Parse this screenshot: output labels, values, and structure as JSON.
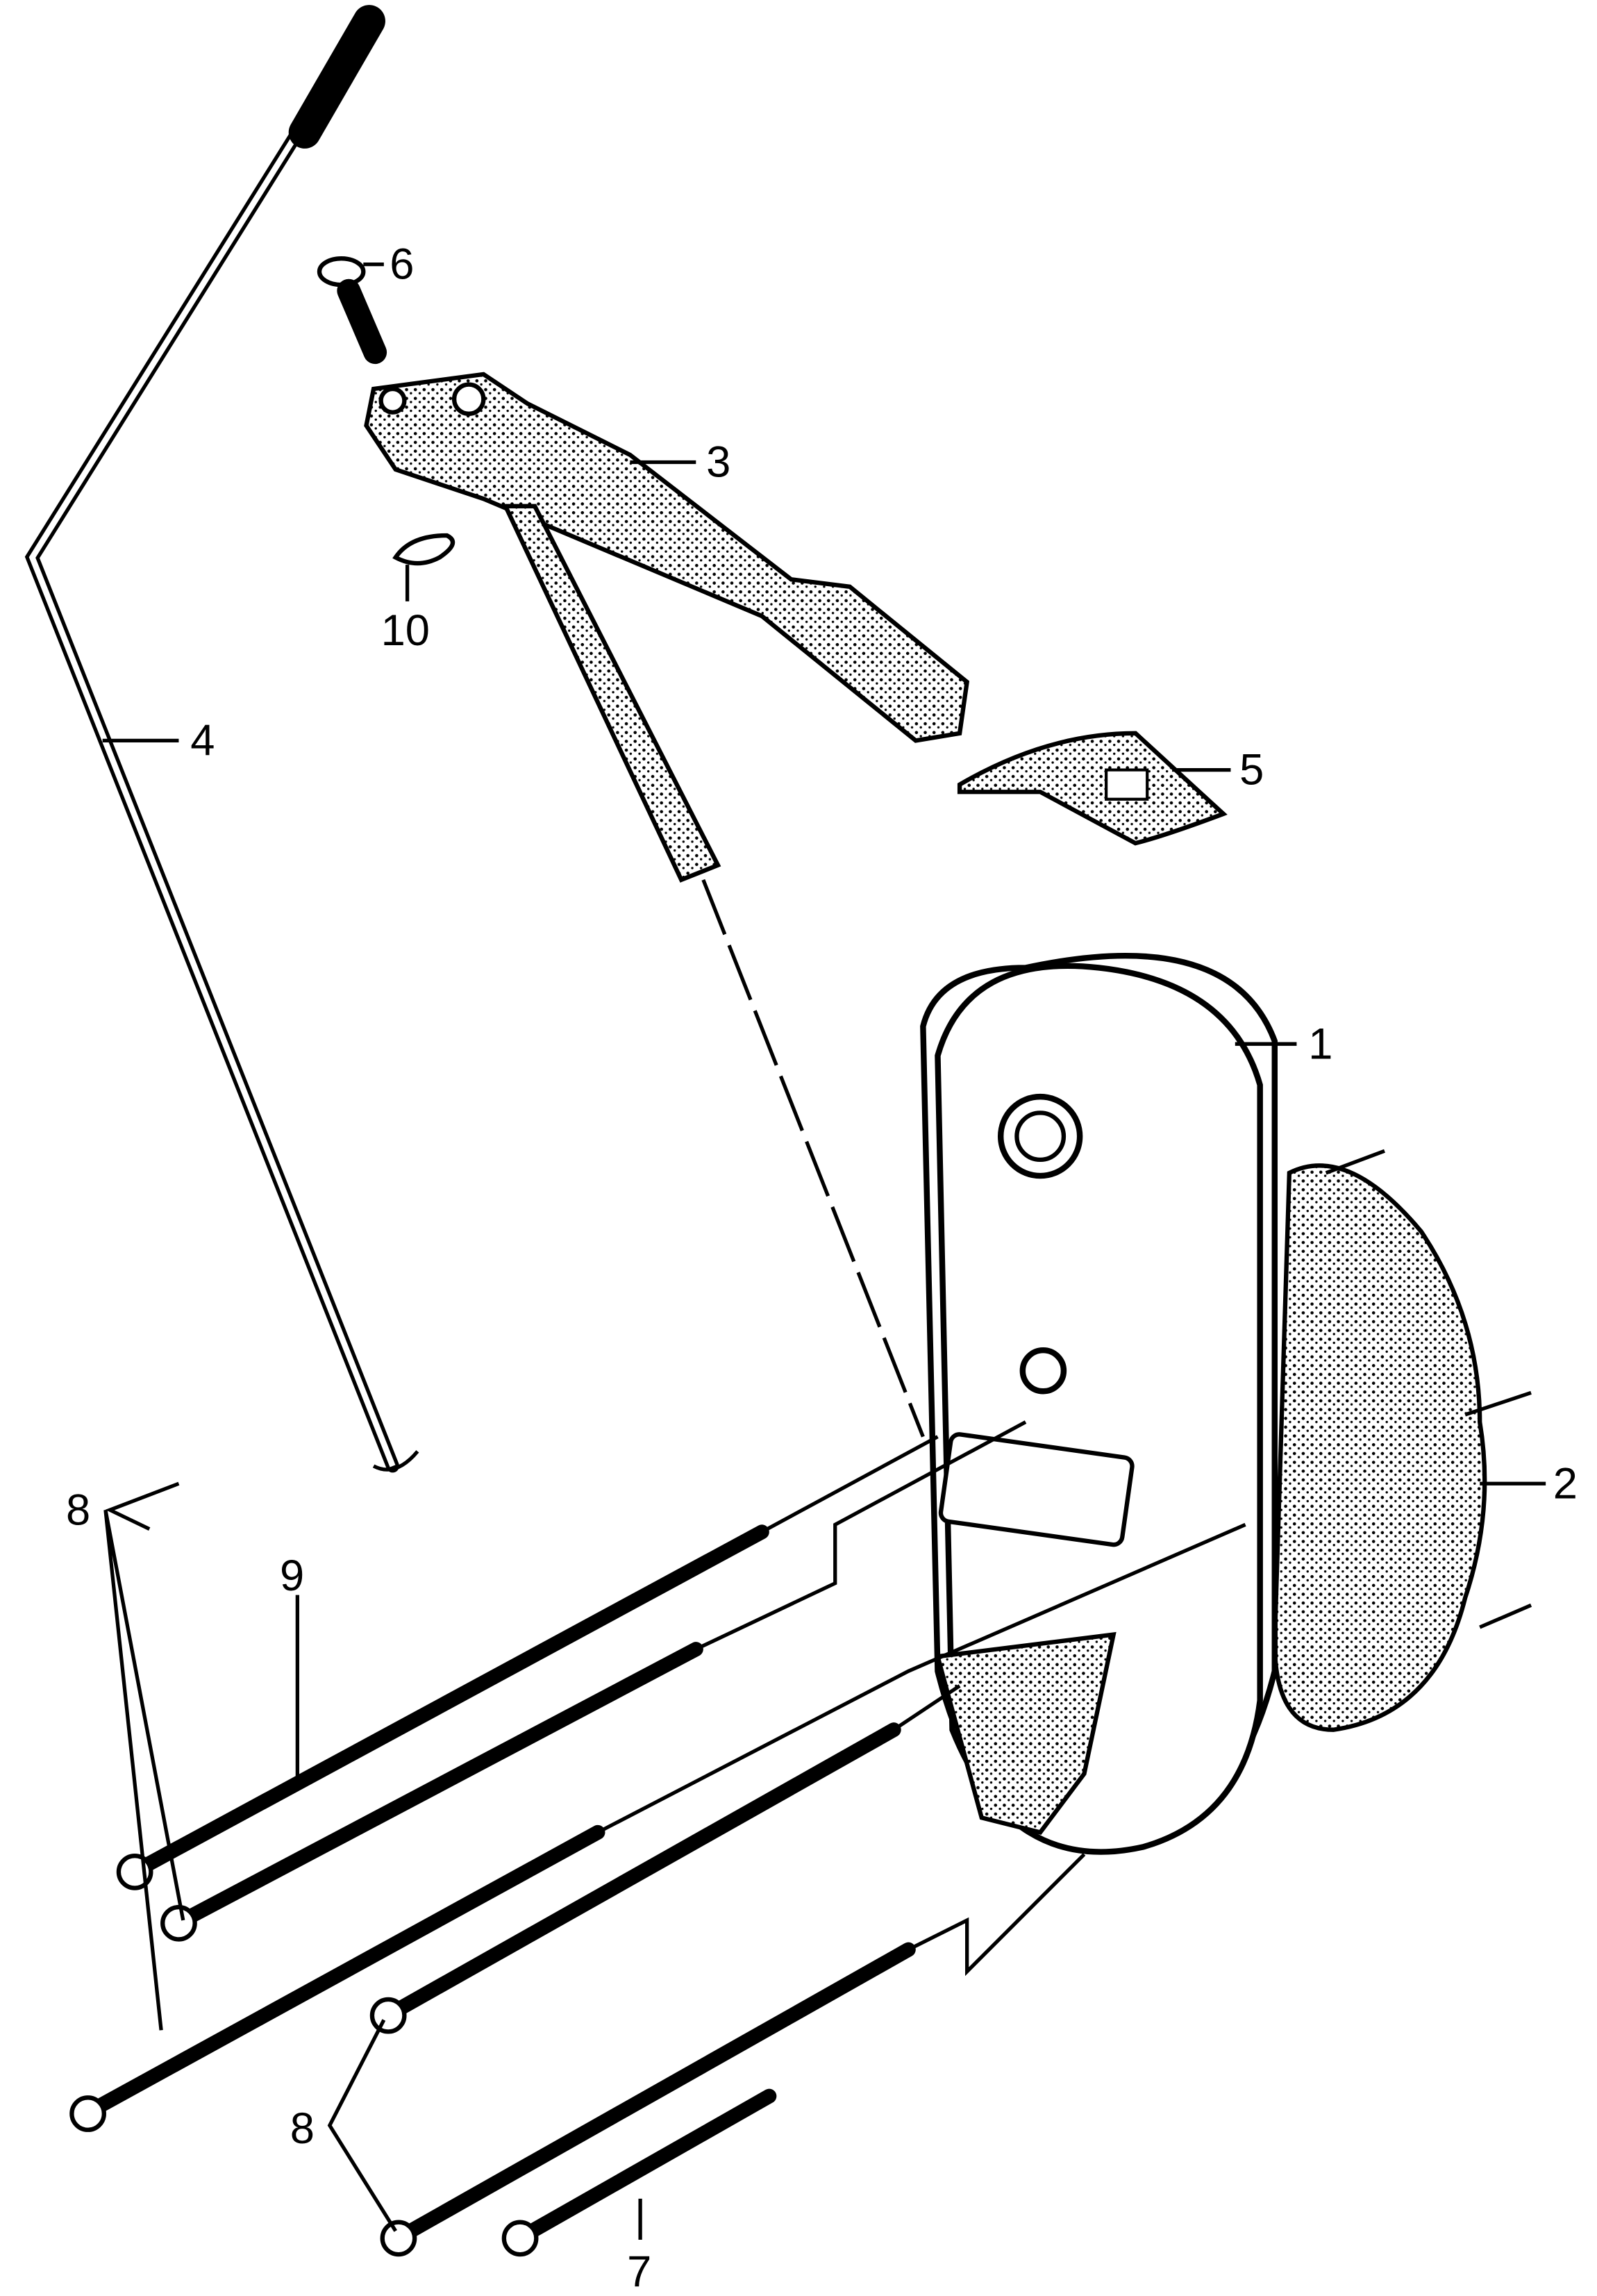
{
  "diagram": {
    "type": "exploded-parts-diagram",
    "callouts": {
      "p1": "1",
      "p2": "2",
      "p3": "3",
      "p4": "4",
      "p5": "5",
      "p6": "6",
      "p7": "7",
      "p8a": "8",
      "p8b": "8",
      "p9": "9",
      "p10": "10"
    },
    "colors": {
      "ink": "#000000",
      "paper": "#ffffff"
    }
  }
}
